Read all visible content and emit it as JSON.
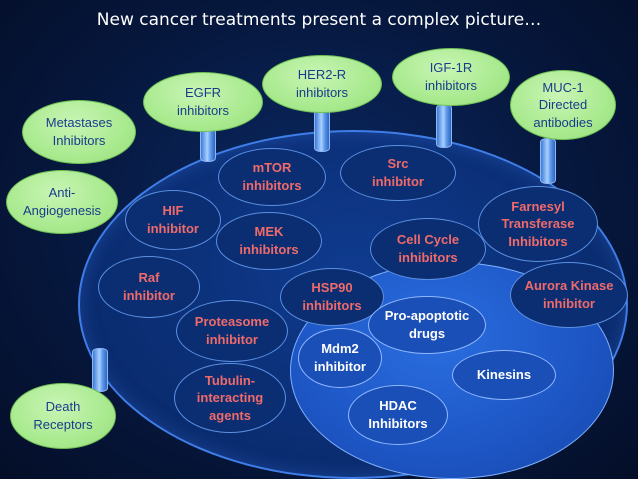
{
  "title": "New cancer treatments present a complex picture…",
  "green_labels": {
    "egfr": "EGFR\ninhibitors",
    "her2r": "HER2-R\ninhibitors",
    "igf1r": "IGF-1R\ninhibitors",
    "muc1": "MUC-1\nDirected\nantibodies",
    "metastases": "Metastases\nInhibitors",
    "anti_angiogenesis": "Anti-\nAngiogenesis",
    "death_receptors": "Death\nReceptors"
  },
  "cell_labels": {
    "mtor": "mTOR\ninhibitors",
    "src": "Src\ninhibitor",
    "hif": "HIF\ninhibitor",
    "mek": "MEK\ninhibitors",
    "cell_cycle": "Cell Cycle\ninhibitors",
    "farnesyl": "Farnesyl\nTransferase\nInhibitors",
    "raf": "Raf\ninhibitor",
    "hsp90": "HSP90\ninhibitors",
    "aurora": "Aurora Kinase\ninhibitor",
    "proteasome": "Proteasome\ninhibitor",
    "tubulin": "Tubulin-\ninteracting\nagents"
  },
  "nucleus_labels": {
    "pro_apoptotic": "Pro-apoptotic\ndrugs",
    "mdm2": "Mdm2\ninhibitor",
    "kinesins": "Kinesins",
    "hdac": "HDAC\nInhibitors"
  },
  "colors": {
    "cell_label": "#f06a6a",
    "nucleus_label": "#ffffff",
    "green_text": "#1a3c8c",
    "green_fill": "#a9ea8f"
  }
}
